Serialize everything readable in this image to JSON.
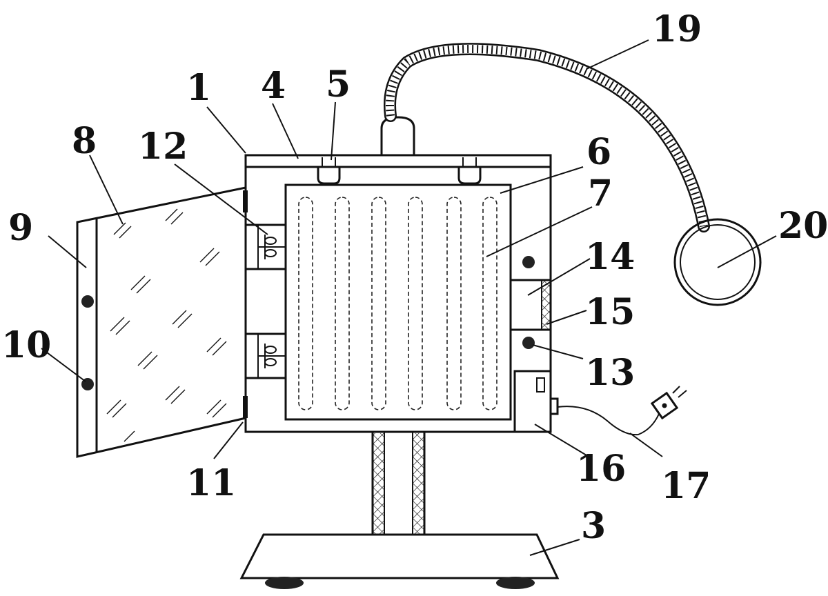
{
  "labels": {
    "l1": "1",
    "l3": "3",
    "l4": "4",
    "l5": "5",
    "l6": "6",
    "l7": "7",
    "l8": "8",
    "l9": "9",
    "l10": "10",
    "l11": "11",
    "l12": "12",
    "l13": "13",
    "l14": "14",
    "l15": "15",
    "l16": "16",
    "l17": "17",
    "l19": "19",
    "l20": "20"
  }
}
